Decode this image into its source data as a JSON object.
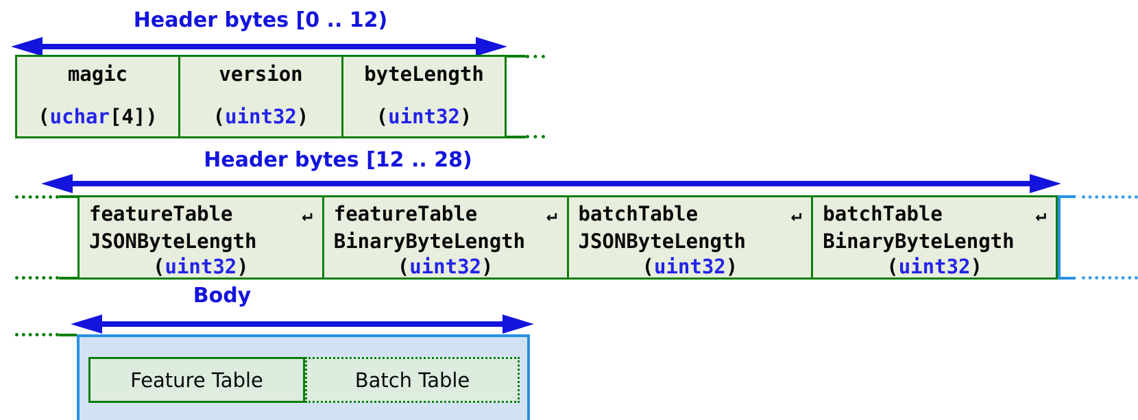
{
  "colors": {
    "green": "#0b7e0b",
    "cell_fill": "#e8eedd",
    "title_blue": "#1414dc",
    "type_blue": "#2424e8",
    "body_border": "#2890e5",
    "body_fill": "#d2e2f4",
    "inner_fill": "#ddecde",
    "dot_blue": "#3fa0e8",
    "ink": "#0a0a0a"
  },
  "header_top": {
    "title": "Header bytes [0 .. 12)",
    "cells": [
      {
        "name": "magic",
        "paren_open": "(",
        "type": "uchar",
        "paren_close": "[4])"
      },
      {
        "name": "version",
        "paren_open": "(",
        "type": "uint32",
        "paren_close": ")"
      },
      {
        "name": "byteLength",
        "paren_open": "(",
        "type": "uint32",
        "paren_close": ")"
      }
    ]
  },
  "header_mid": {
    "title": "Header bytes [12 .. 28)",
    "cells": [
      {
        "line1": "featureTable",
        "wrap_icon": "↵",
        "line2": "JSONByteLength",
        "paren_open": "(",
        "type": "uint32",
        "paren_close": ")"
      },
      {
        "line1": "featureTable",
        "wrap_icon": "↵",
        "line2": "BinaryByteLength",
        "paren_open": "(",
        "type": "uint32",
        "paren_close": ")"
      },
      {
        "line1": "batchTable",
        "wrap_icon": "↵",
        "line2": "JSONByteLength",
        "paren_open": "(",
        "type": "uint32",
        "paren_close": ")"
      },
      {
        "line1": "batchTable",
        "wrap_icon": "↵",
        "line2": "BinaryByteLength",
        "paren_open": "(",
        "type": "uint32",
        "paren_close": ")"
      }
    ]
  },
  "body": {
    "title": "Body",
    "feature_table_label": "Feature Table",
    "batch_table_label": "Batch Table"
  }
}
